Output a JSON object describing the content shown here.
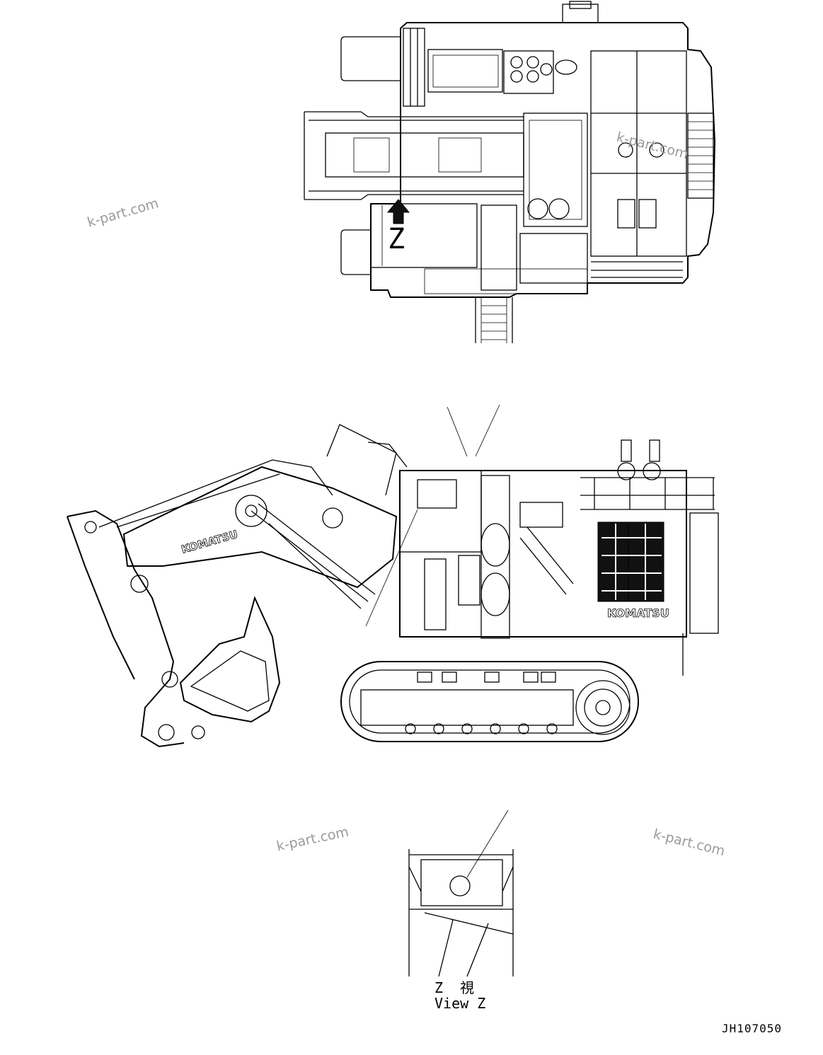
{
  "view_label_jp": "Z　視",
  "view_label_en": "View Z",
  "view_marker": "Z",
  "drawing_number": "JH107050",
  "brand_text": "KOMATSU",
  "watermark": "k-part.com",
  "colors": {
    "line": "#000000",
    "watermark": "#9a9a9a",
    "background": "#ffffff"
  }
}
